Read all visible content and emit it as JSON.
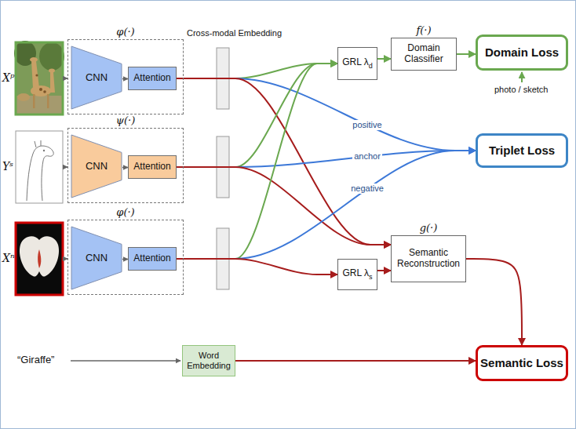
{
  "diagram": {
    "nodes": [
      {
        "text": [
          "φ(·)"
        ]
      },
      {
        "text": [
          "CNN"
        ],
        "in": 0
      },
      {
        "text": [
          "Attention"
        ],
        "in": 0
      },
      {
        "text": [
          "ψ(·)"
        ]
      },
      {
        "text": [
          "CNN"
        ],
        "in": 3
      },
      {
        "text": [
          "Attention"
        ],
        "in": 3
      },
      {
        "text": [
          "φ(·)"
        ]
      },
      {
        "text": [
          "CNN"
        ],
        "in": 6
      },
      {
        "text": [
          "Attention"
        ],
        "in": 6
      },
      {
        "text": [
          "GRL λ",
          "d"
        ]
      },
      {
        "text": [
          "f(·)",
          "Domain Classifier"
        ]
      },
      {
        "text": [
          "Domain Loss"
        ]
      },
      {
        "text": [
          "Triplet Loss"
        ]
      },
      {
        "text": [
          "GRL λ",
          "s"
        ]
      },
      {
        "text": [
          "g(·)",
          "Semantic Reconstruction"
        ]
      },
      {
        "text": [
          "Word Embedding"
        ]
      },
      {
        "text": [
          "Semantic Loss"
        ]
      }
    ],
    "edges": [
      {
        "from": 2,
        "to": 9,
        "arrow": "to"
      },
      {
        "from": 2,
        "to": 12,
        "label": "positive",
        "arrow": "to"
      },
      {
        "from": 2,
        "to": 14,
        "arrow": "to"
      },
      {
        "from": 5,
        "to": 9,
        "arrow": "to"
      },
      {
        "from": 5,
        "to": 12,
        "label": "anchor",
        "arrow": "to"
      },
      {
        "from": 5,
        "to": 14,
        "arrow": "to"
      },
      {
        "from": 8,
        "to": 9,
        "arrow": "to"
      },
      {
        "from": 8,
        "to": 12,
        "label": "negative",
        "arrow": "to"
      },
      {
        "from": 8,
        "to": 13,
        "arrow": "to"
      },
      {
        "from": 9,
        "to": 10,
        "arrow": "to"
      },
      {
        "from": 10,
        "to": 11,
        "arrow": "to"
      },
      {
        "from": 13,
        "to": 14,
        "arrow": "to"
      },
      {
        "from": 14,
        "to": 16,
        "arrow": "to"
      },
      {
        "from": 15,
        "to": 16,
        "arrow": "to"
      }
    ],
    "labels": [
      "Cross-modal Embedding",
      "Xᵖ",
      "Yˢ",
      "Xⁿ",
      "photo / sketch",
      "“Giraffe”"
    ]
  }
}
